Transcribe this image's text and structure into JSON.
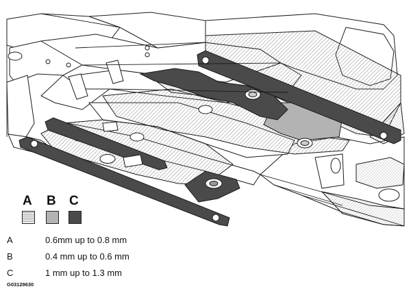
{
  "figure": {
    "code": "G03129630"
  },
  "legend": {
    "items": [
      {
        "letter": "A",
        "description": "0.6mm up to 0.8 mm",
        "swatch": "hatch-light",
        "color": "#ffffff"
      },
      {
        "letter": "B",
        "description": "0.4 mm up to 0.6 mm",
        "swatch": "medium-gray",
        "color": "#b3b3b3"
      },
      {
        "letter": "C",
        "description": "1 mm up to 1.3 mm",
        "swatch": "dark-gray",
        "color": "#4a4a4a"
      }
    ]
  },
  "colors": {
    "line": "#1a1a1a",
    "hatch": "#8a8a8a",
    "medium": "#b3b3b3",
    "dark": "#4a4a4a",
    "background": "#ffffff"
  }
}
